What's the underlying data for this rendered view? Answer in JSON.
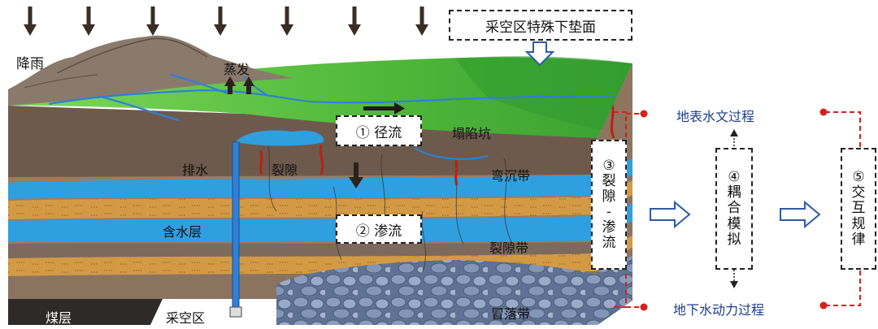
{
  "labels": {
    "rain": "降雨",
    "evaporation": "蒸发",
    "drainage": "排水",
    "fissure": "裂隙",
    "subsidence_pit": "塌陷坑",
    "bending_zone": "弯沉带",
    "aquifer": "含水层",
    "fractured_zone": "裂隙带",
    "caving_zone": "冒落带",
    "coal_seam": "煤层",
    "goaf": "采空区"
  },
  "boxes": {
    "underlying_surface": "采空区特殊下垫面",
    "runoff": "① 径流",
    "seepage": "② 渗流",
    "fissure_seepage": [
      "③",
      "裂",
      "隙",
      "-",
      "渗",
      "流"
    ],
    "coupling": [
      "④",
      "耦",
      "合",
      "模",
      "拟"
    ],
    "interaction": [
      "⑤",
      "交",
      "互",
      "规",
      "律"
    ]
  },
  "processes": {
    "surface": "地表水文过程",
    "groundwater": "地下水动力过程"
  },
  "colors": {
    "grass": "#5cc43a",
    "mountain": "#8a7a6c",
    "water": "#2f9fe0",
    "sand": "#d8a24a",
    "soil": "#9b7b62",
    "rubble": "#7a8fb3",
    "coal": "#2f2a2a",
    "dashed_red": "#d42020",
    "flow_arrow": "#2e5aa6"
  },
  "icons": [
    "rain-arrow-icon",
    "hollow-down-arrow-icon",
    "hollow-right-arrow-icon",
    "vertical-dotted-arrow-icon"
  ]
}
